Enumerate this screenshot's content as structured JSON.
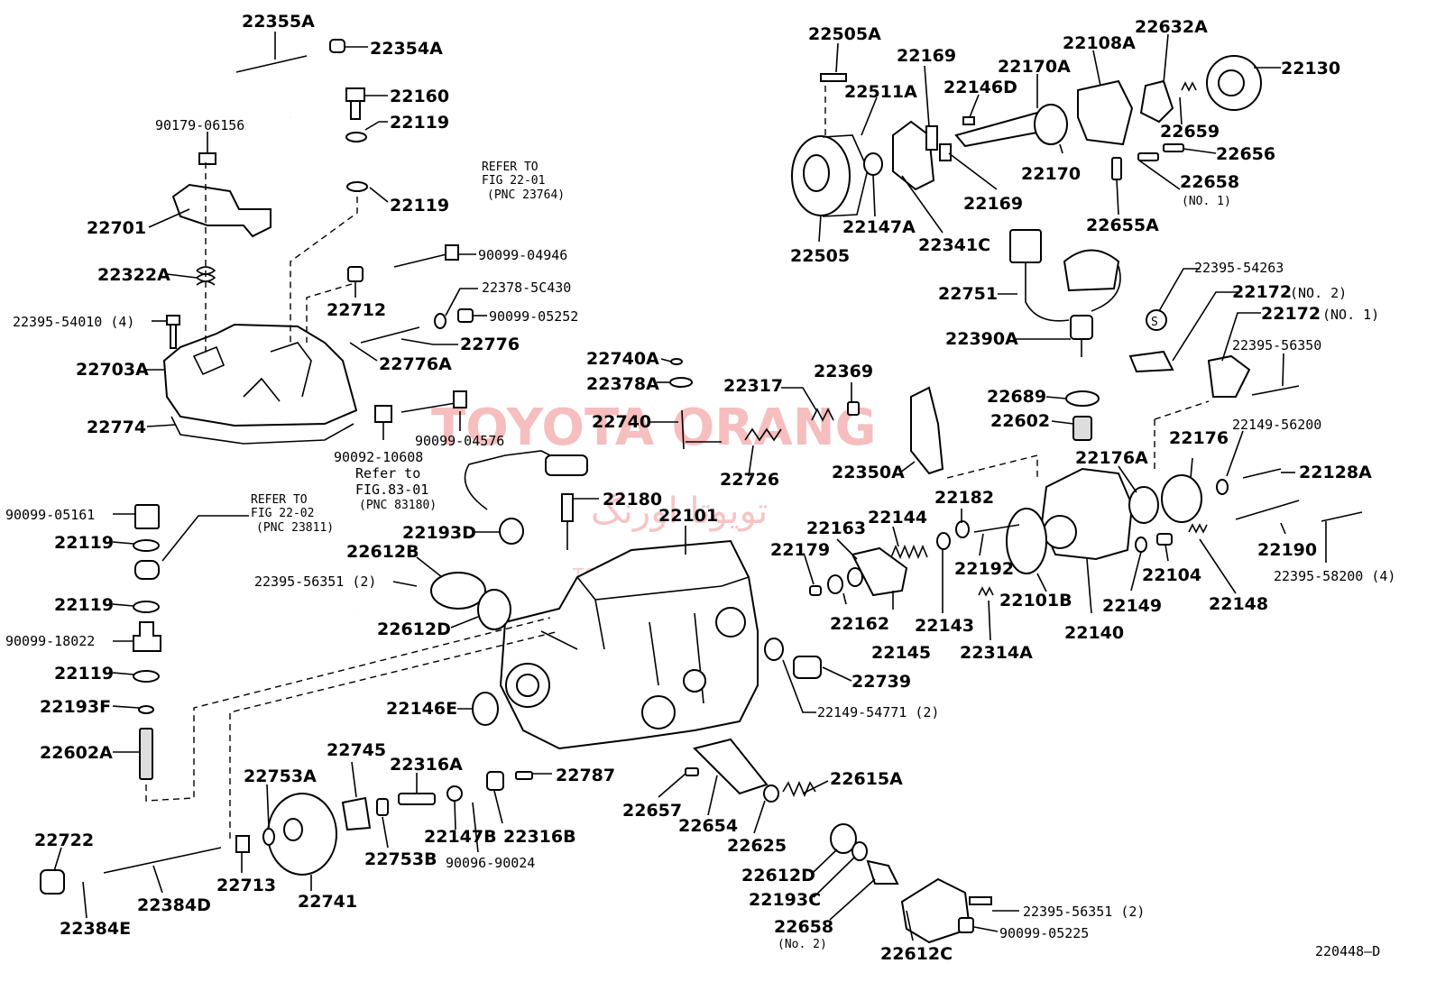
{
  "watermark": {
    "brand": "TOYOTA ORANG",
    "persian": "تویوتا اورنگ",
    "site": "TOYOTAPART.IR",
    "color": "#f08a8a"
  },
  "figure_id": "220448–D",
  "refs": {
    "top": [
      "REFER TO",
      "FIG 22-01",
      "(PNC 23764)"
    ],
    "left": [
      "REFER TO",
      "FIG 22-02",
      "(PNC 23811)"
    ],
    "mid": [
      "Refer to",
      "FIG.83-01",
      "(PNC 83180)"
    ]
  },
  "notes": {
    "no1_a": "(NO. 1)",
    "no2": "(No. 2)",
    "no2_b": "(NO. 2)",
    "no1_b": "(NO. 1)"
  },
  "labels": {
    "p22355A": "22355A",
    "p22354A": "22354A",
    "p22160": "22160",
    "p22119a": "22119",
    "p90179": "90179-06156",
    "p22119b": "22119",
    "p22701": "22701",
    "p22322A": "22322A",
    "p90099_04946": "90099-04946",
    "p22378": "22378-5C430",
    "p90099_05252": "90099-05252",
    "p22712": "22712",
    "p22395_54010": "22395-54010 (4)",
    "p22776": "22776",
    "p22703A": "22703A",
    "p22776A": "22776A",
    "p22774": "22774",
    "p90092": "90092-10608",
    "p90099_04576": "90099-04576",
    "p90099_05161": "90099-05161",
    "p22119c": "22119",
    "p22119d": "22119",
    "p90099_18022": "90099-18022",
    "p22119e": "22119",
    "p22193F": "22193F",
    "p22602A": "22602A",
    "p22193D": "22193D",
    "p22612B": "22612B",
    "p22395_56351a": "22395-56351 (2)",
    "p22612D": "22612D",
    "p22146E": "22146E",
    "p22745": "22745",
    "p22753A": "22753A",
    "p22316A": "22316A",
    "p22787": "22787",
    "p22722": "22722",
    "p22147B": "22147B",
    "p22316B": "22316B",
    "p22753B": "22753B",
    "p90096": "90096-90024",
    "p22713": "22713",
    "p22741": "22741",
    "p22384D": "22384D",
    "p22384E": "22384E",
    "p22740A": "22740A",
    "p22378A": "22378A",
    "p22740": "22740",
    "p22317": "22317",
    "p22369": "22369",
    "p22726": "22726",
    "p22180": "22180",
    "p22101": "22101",
    "p22350A": "22350A",
    "p22739": "22739",
    "p22149_54771": "22149-54771 (2)",
    "p22657": "22657",
    "p22654": "22654",
    "p22625": "22625",
    "p22615A": "22615A",
    "p22612D_b": "22612D",
    "p22193C": "22193C",
    "p22658b": "22658",
    "p22612C": "22612C",
    "p22395_56351b": "22395-56351 (2)",
    "p90099_05225": "90099-05225",
    "p22505A": "22505A",
    "p22511A": "22511A",
    "p22169a": "22169",
    "p22170A": "22170A",
    "p22146D": "22146D",
    "p22108A": "22108A",
    "p22632A": "22632A",
    "p22130": "22130",
    "p22659": "22659",
    "p22656": "22656",
    "p22170": "22170",
    "p22169b": "22169",
    "p22658a": "22658",
    "p22505": "22505",
    "p22147A": "22147A",
    "p22341C": "22341C",
    "p22655A": "22655A",
    "p22751": "22751",
    "p22390A": "22390A",
    "p22395_54263": "22395-54263",
    "p22172a": "22172",
    "p22172b": "22172",
    "p22395_56350": "22395-56350",
    "p22689": "22689",
    "p22602": "22602",
    "p22149_56200": "22149-56200",
    "p22176A": "22176A",
    "p22176": "22176",
    "p22128A": "22128A",
    "p22182": "22182",
    "p22163": "22163",
    "p22144": "22144",
    "p22179": "22179",
    "p22192": "22192",
    "p22162": "22162",
    "p22145": "22145",
    "p22143": "22143",
    "p22314A": "22314A",
    "p22101B": "22101B",
    "p22140": "22140",
    "p22149": "22149",
    "p22104": "22104",
    "p22148": "22148",
    "p22190": "22190",
    "p22395_58200": "22395-58200 (4)"
  }
}
